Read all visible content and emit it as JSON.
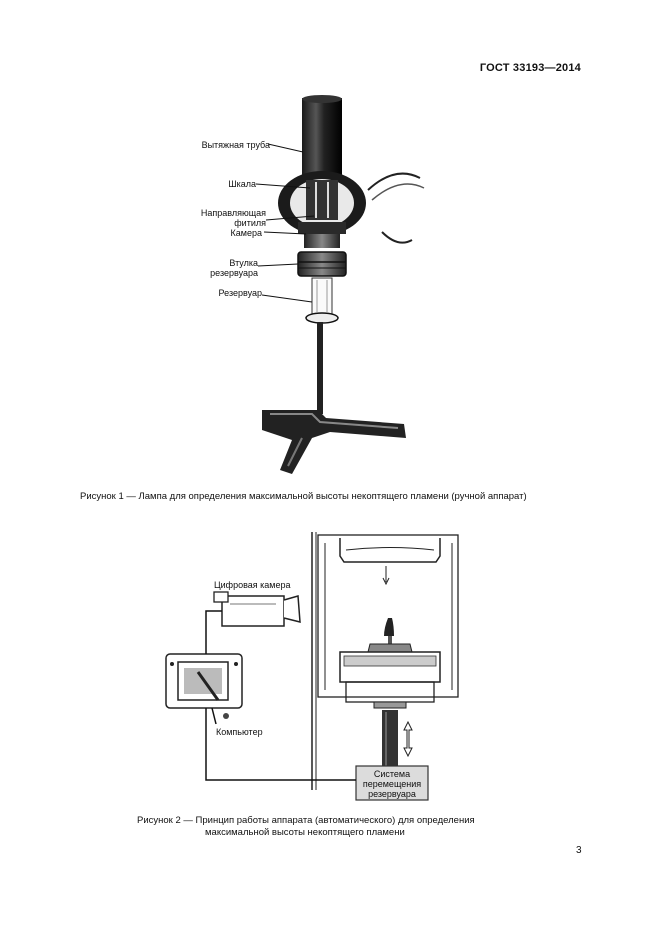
{
  "header": {
    "standard": "ГОСТ 33193—2014"
  },
  "figure1": {
    "labels": {
      "chimney": "Вытяжная труба",
      "scale": "Шкала",
      "wick_guide_line1": "Направляющая",
      "wick_guide_line2": "фитиля",
      "chamber": "Камера",
      "reservoir_sleeve_line1": "Втулка",
      "reservoir_sleeve_line2": "резервуара",
      "reservoir": "Резервуар"
    },
    "caption": "Рисунок  1 — Лампа для определения максимальной высоты некоптящего пламени (ручной аппарат)"
  },
  "figure2": {
    "labels": {
      "digital_camera": "Цифровая камера",
      "computer": "Компьютер",
      "reservoir_system_line1": "Система",
      "reservoir_system_line2": "перемещения",
      "reservoir_system_line3": "резервуара"
    },
    "caption_line1": "Рисунок  2 — Принцип работы аппарата (автоматического) для определения",
    "caption_line2": "максимальной высоты некоптящего пламени"
  },
  "footer": {
    "page_number": "3"
  }
}
